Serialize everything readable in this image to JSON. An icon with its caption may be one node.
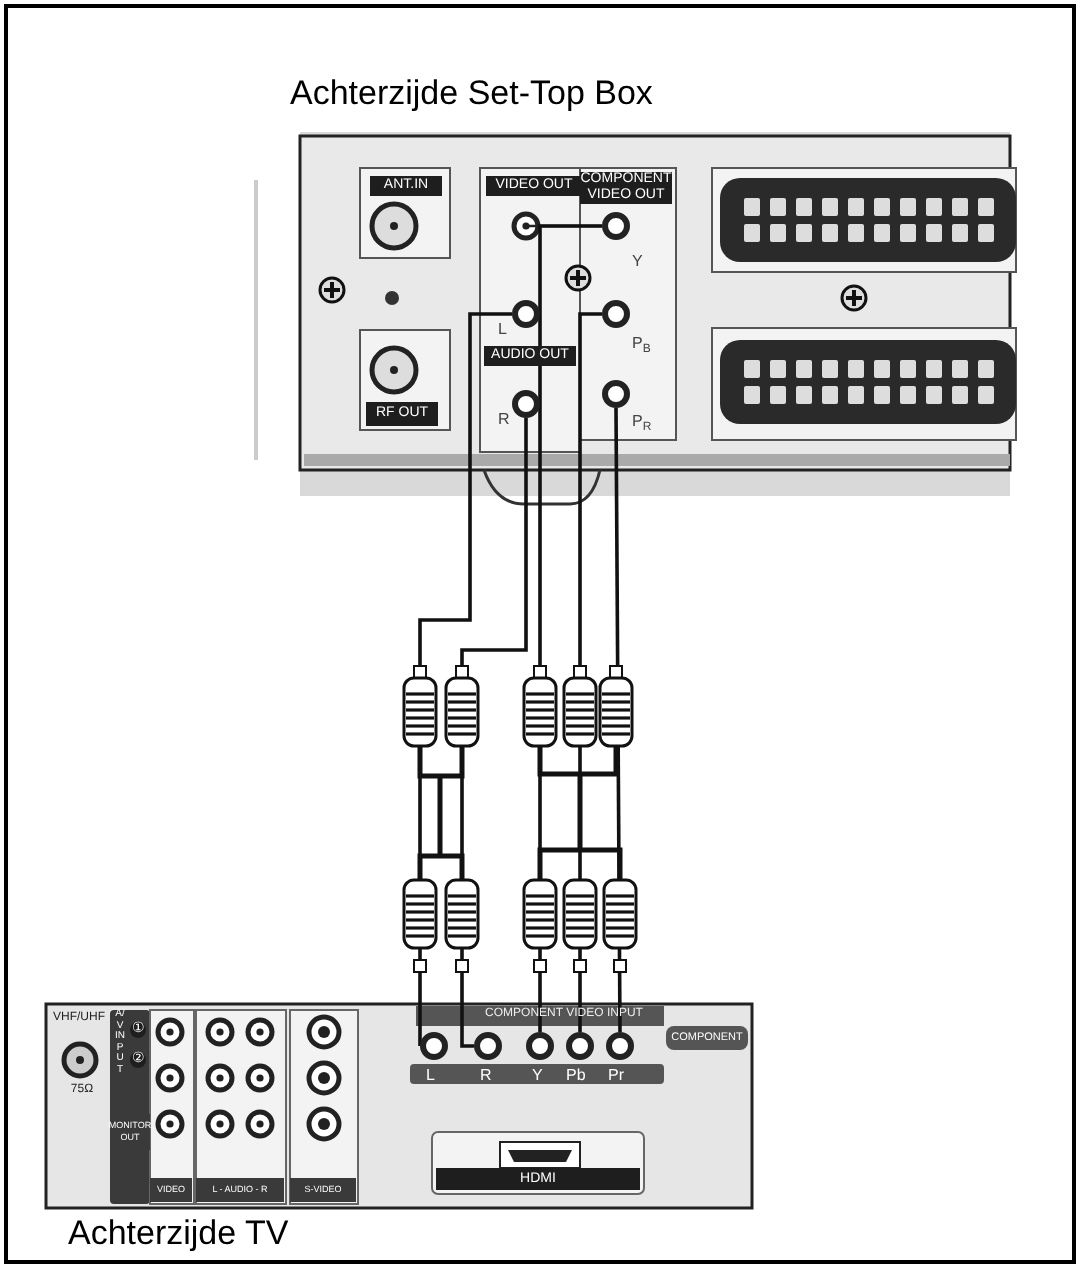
{
  "diagram": {
    "nodes": [
      {
        "text": [],
        "shape": "circle",
        "beside": [
          "Y"
        ]
      },
      {
        "text": [],
        "shape": "circle",
        "beside": [
          "L"
        ]
      },
      {
        "text": [],
        "shape": "circle",
        "beside": [
          "P$_{B}$"
        ]
      },
      {
        "text": [],
        "shape": "circle",
        "beside": [
          "R"
        ]
      },
      {
        "text": [],
        "shape": "circle",
        "beside": [
          "P$_{R}$"
        ]
      },
      {
        "text": [],
        "shape": "circle",
        "beside": [
          "L"
        ]
      },
      {
        "text": [],
        "shape": "circle",
        "beside": [
          "R"
        ]
      },
      {
        "text": [],
        "shape": "circle",
        "beside": [
          "Y"
        ]
      },
      {
        "text": [],
        "shape": "circle",
        "beside": [
          "Pb"
        ]
      },
      {
        "text": [],
        "shape": "circle",
        "beside": [
          "Pr"
        ]
      }
    ],
    "edges": [
      {
        "from": 1,
        "to": 5,
        "arrow": "none"
      },
      {
        "from": 3,
        "to": 6,
        "arrow": "none"
      },
      {
        "from": 0,
        "to": 7,
        "arrow": "none"
      },
      {
        "from": 2,
        "to": 8,
        "arrow": "none"
      },
      {
        "from": 4,
        "to": 9,
        "arrow": "none"
      }
    ],
    "labels": [
      "Achterzijde Set-Top Box",
      "ANT.IN",
      "VIDEO OUT",
      "COMPONENT VIDEO OUT",
      "AUDIO OUT",
      "RF OUT",
      "VHF/UHF",
      "A/V INPUT",
      "①",
      "②",
      "75Ω",
      "COMPONENT VIDEO INPUT",
      "COMPONENT",
      "MONITOR OUT",
      "VIDEO",
      "L - AUDIO - R",
      "S-VIDEO",
      "HDMI",
      "Achterzijde TV"
    ]
  }
}
